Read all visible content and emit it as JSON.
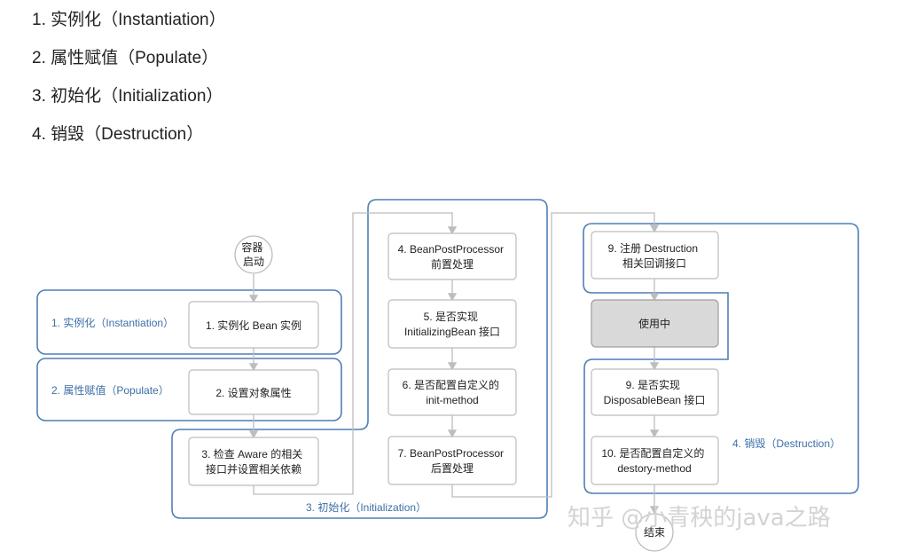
{
  "phases_list": [
    "1. 实例化（Instantiation）",
    "2. 属性赋值（Populate）",
    "3. 初始化（Initialization）",
    "4. 销毁（Destruction）"
  ],
  "diagram": {
    "start": [
      "容器",
      "启动"
    ],
    "end": [
      "结束"
    ],
    "phase_labels": {
      "instantiation": "1. 实例化（Instantiation）",
      "populate": "2. 属性赋值（Populate）",
      "initialization": "3. 初始化（Initialization）",
      "destruction": "4. 销毁（Destruction）"
    },
    "steps": {
      "instantiate_bean": [
        "1. 实例化 Bean 实例"
      ],
      "set_properties": [
        "2. 设置对象属性"
      ],
      "check_aware": [
        "3. 检查 Aware 的相关",
        "接口并设置相关依赖"
      ],
      "bpp_before": [
        "4. BeanPostProcessor",
        "前置处理"
      ],
      "initializing_bean": [
        "5. 是否实现",
        "InitializingBean 接口"
      ],
      "init_method": [
        "6. 是否配置自定义的",
        "init-method"
      ],
      "bpp_after": [
        "7. BeanPostProcessor",
        "后置处理"
      ],
      "register_destruction": [
        "9. 注册 Destruction",
        "相关回调接口"
      ],
      "in_use": [
        "使用中"
      ],
      "disposable_bean": [
        "9. 是否实现",
        "DisposableBean 接口"
      ],
      "destroy_method": [
        "10. 是否配置自定义的",
        "destory-method"
      ]
    },
    "watermark": "知乎 @小青秧的java之路"
  },
  "colors": {
    "phase_border": "#4f7fb5",
    "node_border": "#bcbcbc",
    "arrow": "#bdbdbd",
    "in_use_fill": "#d9d9d9",
    "phase_text": "#3d6fa6"
  }
}
